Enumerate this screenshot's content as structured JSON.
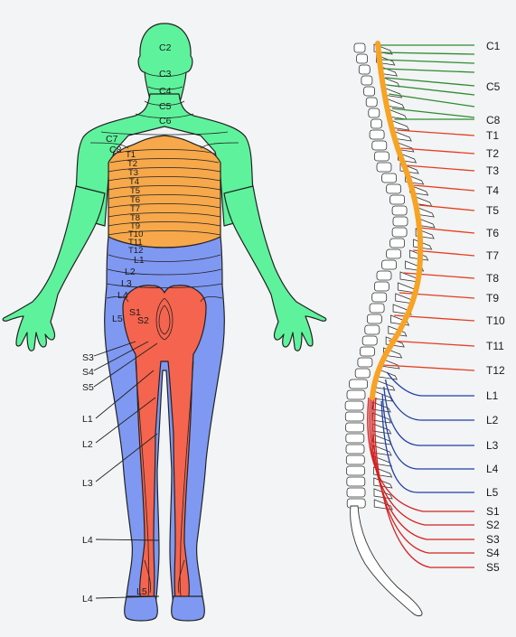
{
  "colors": {
    "background": "#f2f4f5",
    "cervical": "#5ef29c",
    "thoracic": "#f7a84b",
    "lumbar": "#7f98f2",
    "sacral": "#f5644e",
    "cord": "#f7a324",
    "nerve_cervical": "#2e8b2e",
    "nerve_thoracic": "#e63c1e",
    "nerve_lumbar": "#1f3fa6",
    "nerve_sacral": "#d42020",
    "outline": "#222222"
  },
  "body_labels": {
    "c2": "C2",
    "c3": "C3",
    "c4": "C4",
    "c5": "C5",
    "c6": "C6",
    "c7": "C7",
    "c8": "C8",
    "t1": "T1",
    "t2": "T2",
    "t3": "T3",
    "t4": "T4",
    "t5": "T5",
    "t6": "T6",
    "t7": "T7",
    "t8": "T8",
    "t9": "T9",
    "t10": "T10",
    "t11": "T11",
    "t12": "T12",
    "l1": "L1",
    "l2": "L2",
    "l3": "L3",
    "l4": "L4",
    "l5": "L5",
    "s1": "S1",
    "s2": "S2"
  },
  "leg_callouts": {
    "s3": "S3",
    "s4": "S4",
    "s5": "S5",
    "l1": "L1",
    "l2": "L2",
    "l3": "L3",
    "l4a": "L4",
    "l4b": "L4",
    "l5": "L5"
  },
  "spine_labels": {
    "c1": "C1",
    "c5": "C5",
    "c8": "C8",
    "t1": "T1",
    "t2": "T2",
    "t3": "T3",
    "t4": "T4",
    "t5": "T5",
    "t6": "T6",
    "t7": "T7",
    "t8": "T8",
    "t9": "T9",
    "t10": "T10",
    "t11": "T11",
    "t12": "T12",
    "l1": "L1",
    "l2": "L2",
    "l3": "L3",
    "l4": "L4",
    "l5": "L5",
    "s1": "S1",
    "s2": "S2",
    "s3": "S3",
    "s4": "S4",
    "s5": "S5"
  }
}
